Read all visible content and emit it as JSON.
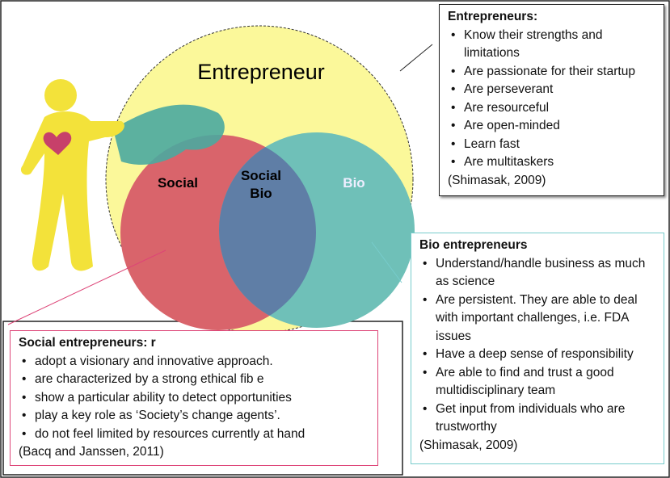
{
  "diagram": {
    "outer_title": "Entrepreneur",
    "circle_social": "Social",
    "circle_overlap": "Social Bio",
    "circle_bio": "Bio",
    "colors": {
      "yellow": "#fbf89a",
      "red": "#d9646b",
      "teal": "#6fc0b8",
      "overlap": "#5f7ea6"
    }
  },
  "entrepreneurs_box": {
    "title": "Entrepreneurs:",
    "items": [
      "Know their strengths and limitations",
      "Are passionate for their startup",
      "Are perseverant",
      "Are resourceful",
      "Are open-minded",
      "Learn fast",
      "Are multitaskers"
    ],
    "citation": "(Shimasak, 2009)"
  },
  "bio_box": {
    "title": "Bio entrepreneurs",
    "items": [
      "Understand/handle business as much as science",
      "Are persistent. They are able to deal with important challenges, i.e. FDA issues",
      "Have a deep sense of responsibility",
      "Are able to find and trust a good multidisciplinary team",
      "Get input from individuals who are trustworthy"
    ],
    "citation": "(Shimasak, 2009)"
  },
  "social_box": {
    "title": "Social entrepreneurs: r",
    "items": [
      "adopt a visionary and innovative approach.",
      "are characterized by a strong ethical fib  e",
      "show a particular ability to detect opportunities",
      "play a key role as ‘Society’s change agents’.",
      "do not feel limited by resources currently at hand"
    ],
    "citation": "(Bacq and Janssen, 2011)"
  }
}
